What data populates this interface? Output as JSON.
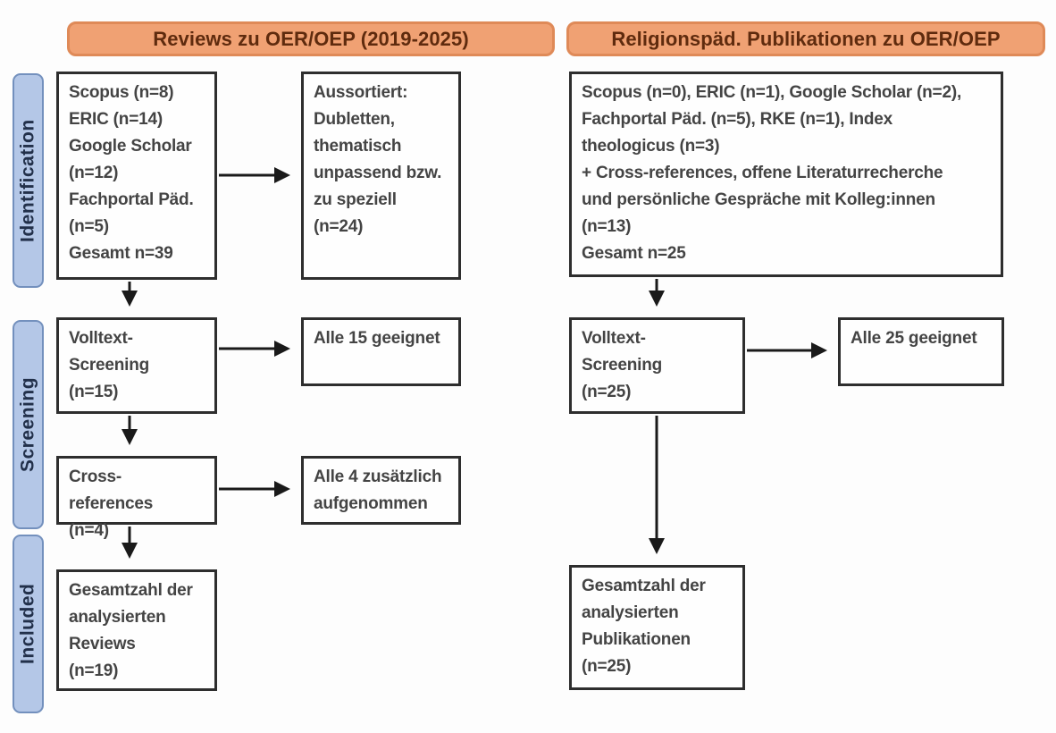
{
  "diagram": {
    "headers": {
      "left": "Reviews zu OER/OEP (2019-2025)",
      "right": "Religionspäd. Publikationen zu OER/OEP"
    },
    "stages": {
      "identification": "Identification",
      "screening": "Screening",
      "included": "Included"
    },
    "left_flow": {
      "sources": "Scopus (n=8)\nERIC (n=14)\nGoogle Scholar\n(n=12)\nFachportal Päd.\n(n=5)\nGesamt n=39",
      "excluded": "Aussortiert:\nDubletten,\nthematisch\nunpassend bzw.\nzu speziell\n(n=24)",
      "fulltext_screening": "Volltext-\nScreening\n(n=15)",
      "fulltext_result": "Alle 15 geeignet",
      "cross_references": "Cross-references\n(n=4)",
      "cross_references_result": "Alle 4 zusätzlich\naufgenommen",
      "included_total": "Gesamtzahl der\nanalysierten\nReviews\n(n=19)"
    },
    "right_flow": {
      "sources": "Scopus (n=0), ERIC (n=1), Google Scholar (n=2),\nFachportal Päd. (n=5), RKE (n=1), Index\ntheologicus (n=3)\n+ Cross-references, offene Literaturrecherche\nund persönliche Gespräche mit Kolleg:innen\n(n=13)\nGesamt n=25",
      "fulltext_screening": "Volltext-\nScreening\n(n=25)",
      "fulltext_result": "Alle 25 geeignet",
      "included_total": "Gesamtzahl der\nanalysierten\nPublikationen\n(n=25)"
    }
  },
  "colors": {
    "header_fill": "#f0a173",
    "header_border": "#df8a58",
    "header_text": "#5f2b0e",
    "stage_fill": "#b4c7e7",
    "stage_border": "#7390bd",
    "stage_text": "#22304a",
    "box_border": "#2e2e2e",
    "box_text": "#444444",
    "arrow": "#1a1a1a"
  }
}
